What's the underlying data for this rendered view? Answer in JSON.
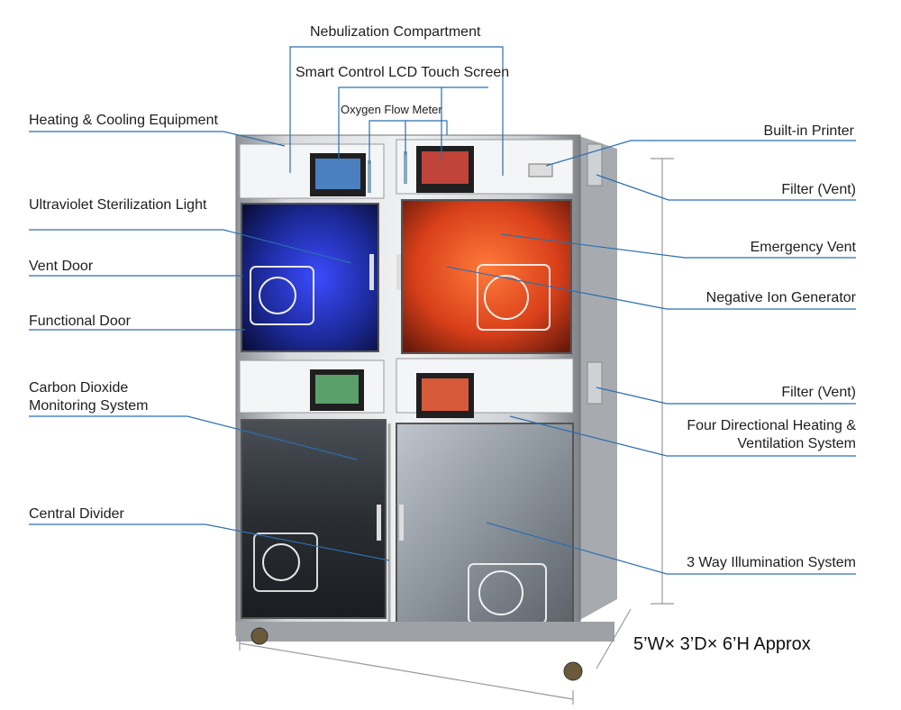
{
  "labels": {
    "nebulization": "Nebulization Compartment",
    "smart_control": "Smart Control LCD Touch Screen",
    "oxygen_flow": "Oxygen Flow Meter",
    "heating_cooling": "Heating & Cooling Equipment",
    "uv_light": "Ultraviolet Sterilization Light",
    "vent_door": "Vent Door",
    "functional_door": "Functional Door",
    "co2_line1": "Carbon Dioxide",
    "co2_line2": "Monitoring System",
    "central_divider": "Central Divider",
    "printer": "Built-in Printer",
    "filter_top": "Filter (Vent)",
    "emergency_vent": "Emergency Vent",
    "ion_generator": "Negative Ion Generator",
    "filter_mid": "Filter (Vent)",
    "four_dir_line1": "Four Directional Heating &",
    "four_dir_line2": "Ventilation System",
    "illumination": "3 Way Illumination System"
  },
  "dimensions": "5’W× 3’D× 6’H Approx",
  "colors": {
    "leader_line": "#2b6fb0",
    "steel": "#b9bcc0",
    "panel": "#e9eaec",
    "blue_glow": "#2a3cff",
    "orange_glow": "#ff5a1f",
    "screen": "#222"
  }
}
